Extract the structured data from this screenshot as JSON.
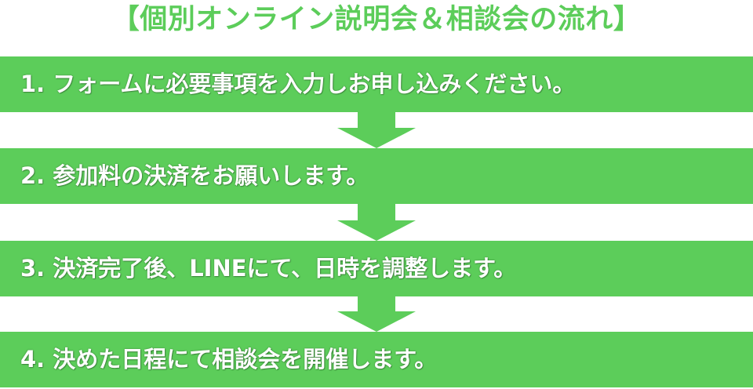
{
  "title": "【個別オンライン説明会＆相談会の流れ】",
  "steps": [
    {
      "number": "1.",
      "text": "フォームに必要事項を入力しお申し込みください。"
    },
    {
      "number": "2.",
      "text": "参加料の決済をお願いします。"
    },
    {
      "number": "3.",
      "text": "決済完了後、LINEにて、日時を調整します。"
    },
    {
      "number": "4.",
      "text": "決めた日程にて相談会を開催します。"
    }
  ],
  "colors": {
    "accent": "#5ccd5a",
    "step_text": "#ffffff",
    "background": "#ffffff"
  },
  "icons": [
    "arrow-down-icon",
    "arrow-down-icon",
    "arrow-down-icon"
  ]
}
